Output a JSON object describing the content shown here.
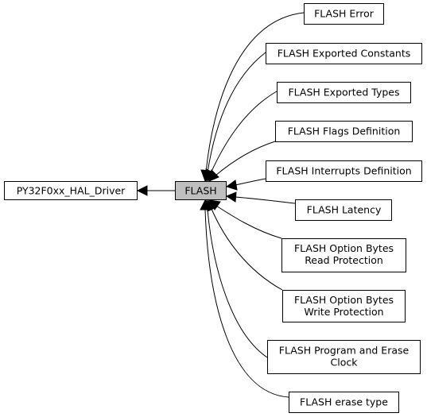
{
  "diagram": {
    "nodes": {
      "driver": {
        "lines": [
          "PY32F0xx_HAL_Driver"
        ]
      },
      "flash": {
        "lines": [
          "FLASH"
        ]
      },
      "error": {
        "lines": [
          "FLASH Error"
        ]
      },
      "exported_constants": {
        "lines": [
          "FLASH Exported Constants"
        ]
      },
      "exported_types": {
        "lines": [
          "FLASH Exported Types"
        ]
      },
      "flags_definition": {
        "lines": [
          "FLASH Flags Definition"
        ]
      },
      "interrupts_definition": {
        "lines": [
          "FLASH Interrupts Definition"
        ]
      },
      "latency": {
        "lines": [
          "FLASH Latency"
        ]
      },
      "option_bytes_read": {
        "lines": [
          "FLASH Option Bytes",
          "Read Protection"
        ]
      },
      "option_bytes_write": {
        "lines": [
          "FLASH Option Bytes",
          "Write Protection"
        ]
      },
      "program_erase_clock": {
        "lines": [
          "FLASH Program and Erase",
          "Clock"
        ]
      },
      "erase_type": {
        "lines": [
          "FLASH erase type"
        ]
      }
    },
    "colors": {
      "current_node_fill": "#bfbfbf",
      "node_fill": "#ffffff",
      "stroke": "#000000"
    }
  }
}
